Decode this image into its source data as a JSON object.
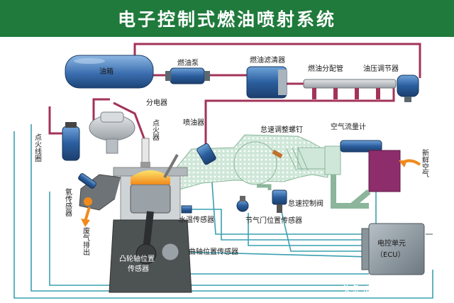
{
  "title": "电子控制式燃油喷射系统",
  "colors": {
    "title_bg": "#1f7a3c",
    "fuel_line": "#a3335a",
    "signal_line": "#3aa0b0",
    "component_blue": "#2b5e9e",
    "intake_tint": "#cfe7d8",
    "engine_dark": "#4d5253",
    "ecu_gray": "#7f8a93"
  },
  "labels": {
    "fuel_tank": "油箱",
    "fuel_pump": "燃油泵",
    "fuel_filter": "燃油滤清器",
    "fuel_rail": "燃油分配管",
    "pressure_regulator": "油压调节器",
    "distributor": "分电器",
    "injector": "喷油器",
    "spark_plug": "点火器",
    "ignition_coil": "点火线圈",
    "oxygen_sensor": "氧传感器",
    "exhaust": "废气排出",
    "idle_screw": "怠速调整螺钉",
    "air_flow_meter": "空气流量计",
    "fresh_air": "新鲜空气",
    "idle_valve": "怠速控制阀",
    "throttle_sensor": "节气门位置传感器",
    "coolant_sensor": "水温传感器",
    "cam_sensor_line1": "凸轮轴位置",
    "cam_sensor_line2": "传感器",
    "crank_sensor": "曲轴位置传感器",
    "ecu_line1": "电控单元",
    "ecu_line2": "（ECU）"
  },
  "icons": [
    "fuel-tank-icon",
    "fuel-pump-icon",
    "fuel-filter-icon",
    "fuel-rail-icon",
    "pressure-regulator-icon",
    "distributor-icon",
    "ignition-coil-icon",
    "engine-block-icon",
    "piston-icon",
    "ecu-icon",
    "air-filter-icon",
    "throttle-body-icon"
  ],
  "watermark": "头条 @科技智能制造"
}
